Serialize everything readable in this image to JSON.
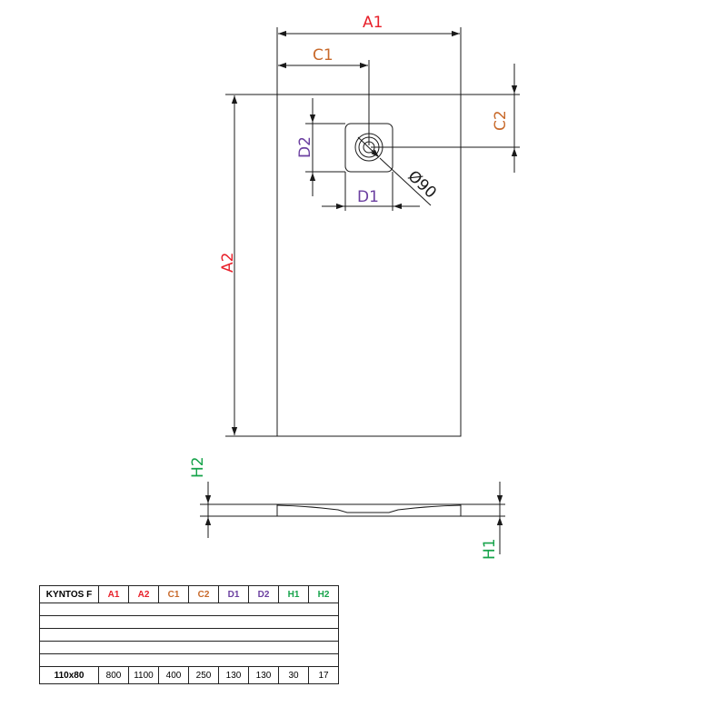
{
  "plan_labels": {
    "a1": "A1",
    "a2": "A2",
    "c1": "C1",
    "c2": "C2",
    "d1": "D1",
    "d2": "D2",
    "diameter": "Ø90"
  },
  "side_labels": {
    "h1": "H1",
    "h2": "H2"
  },
  "colors": {
    "red": "#e8202a",
    "orange": "#c8692a",
    "purple": "#6b3fa0",
    "green": "#16a34a",
    "line": "#1a1a1a"
  },
  "table": {
    "model": "KYNTOS F",
    "headers": [
      "A1",
      "A2",
      "C1",
      "C2",
      "D1",
      "D2",
      "H1",
      "H2"
    ],
    "header_colors": [
      "red",
      "red",
      "orange",
      "orange",
      "purple",
      "purple",
      "green",
      "green"
    ],
    "rows": [
      {
        "size": "110x80",
        "values": [
          "800",
          "1100",
          "400",
          "250",
          "130",
          "130",
          "30",
          "17"
        ]
      }
    ]
  }
}
